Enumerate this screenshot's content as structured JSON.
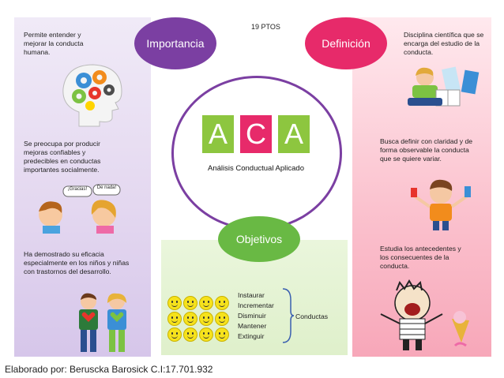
{
  "title_points": "19 PTOS",
  "importancia": {
    "label": "Importancia",
    "items": [
      "Permite entender y mejorar la conducta humana.",
      "Se preocupa por producir mejoras confiables y predecibles en conductas importantes socialmente.",
      "Ha demostrado  su eficacia especialmente en  los  niños y niñas con trastornos del desarrollo."
    ],
    "speech": [
      "¡Gracias!",
      "De nada!"
    ]
  },
  "definicion": {
    "label": "Definición",
    "items": [
      "Disciplina científica que  se encarga  del estudio de la conducta.",
      "Busca definir con claridad y de forma observable la conducta que se quiere variar.",
      "Estudia los antecedentes y los consecuentes de la conducta."
    ]
  },
  "center": {
    "letters": [
      "A",
      "C",
      "A"
    ],
    "subtitle": "Análisis Conductual Aplicado"
  },
  "objetivos": {
    "label": "Objetivos",
    "items": [
      "Instaurar",
      "Incrementar",
      "Disminuir",
      "Mantener",
      "Extinguir"
    ],
    "target": "Conductas"
  },
  "footer": "Elaborado por: Beruscka Barosick C.I:17.701.932",
  "colors": {
    "purple": "#7b3fa2",
    "pink": "#e72a6a",
    "green": "#69b944",
    "letter_green": "#8dc63f"
  }
}
